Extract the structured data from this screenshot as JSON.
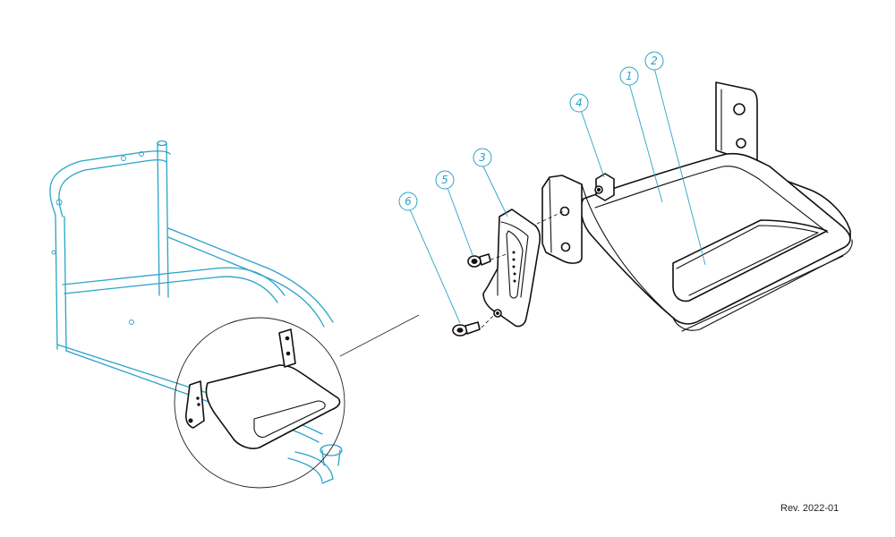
{
  "revision": "Rev. 2022-01",
  "colors": {
    "callout": "#2aa3c9",
    "part_line": "#111111",
    "background": "#ffffff"
  },
  "balloons": [
    {
      "number": "1",
      "part": "footplate"
    },
    {
      "number": "2",
      "part": "foot-pad"
    },
    {
      "number": "3",
      "part": "mounting-bracket"
    },
    {
      "number": "4",
      "part": "nut"
    },
    {
      "number": "5",
      "part": "bolt"
    },
    {
      "number": "6",
      "part": "screw"
    }
  ]
}
